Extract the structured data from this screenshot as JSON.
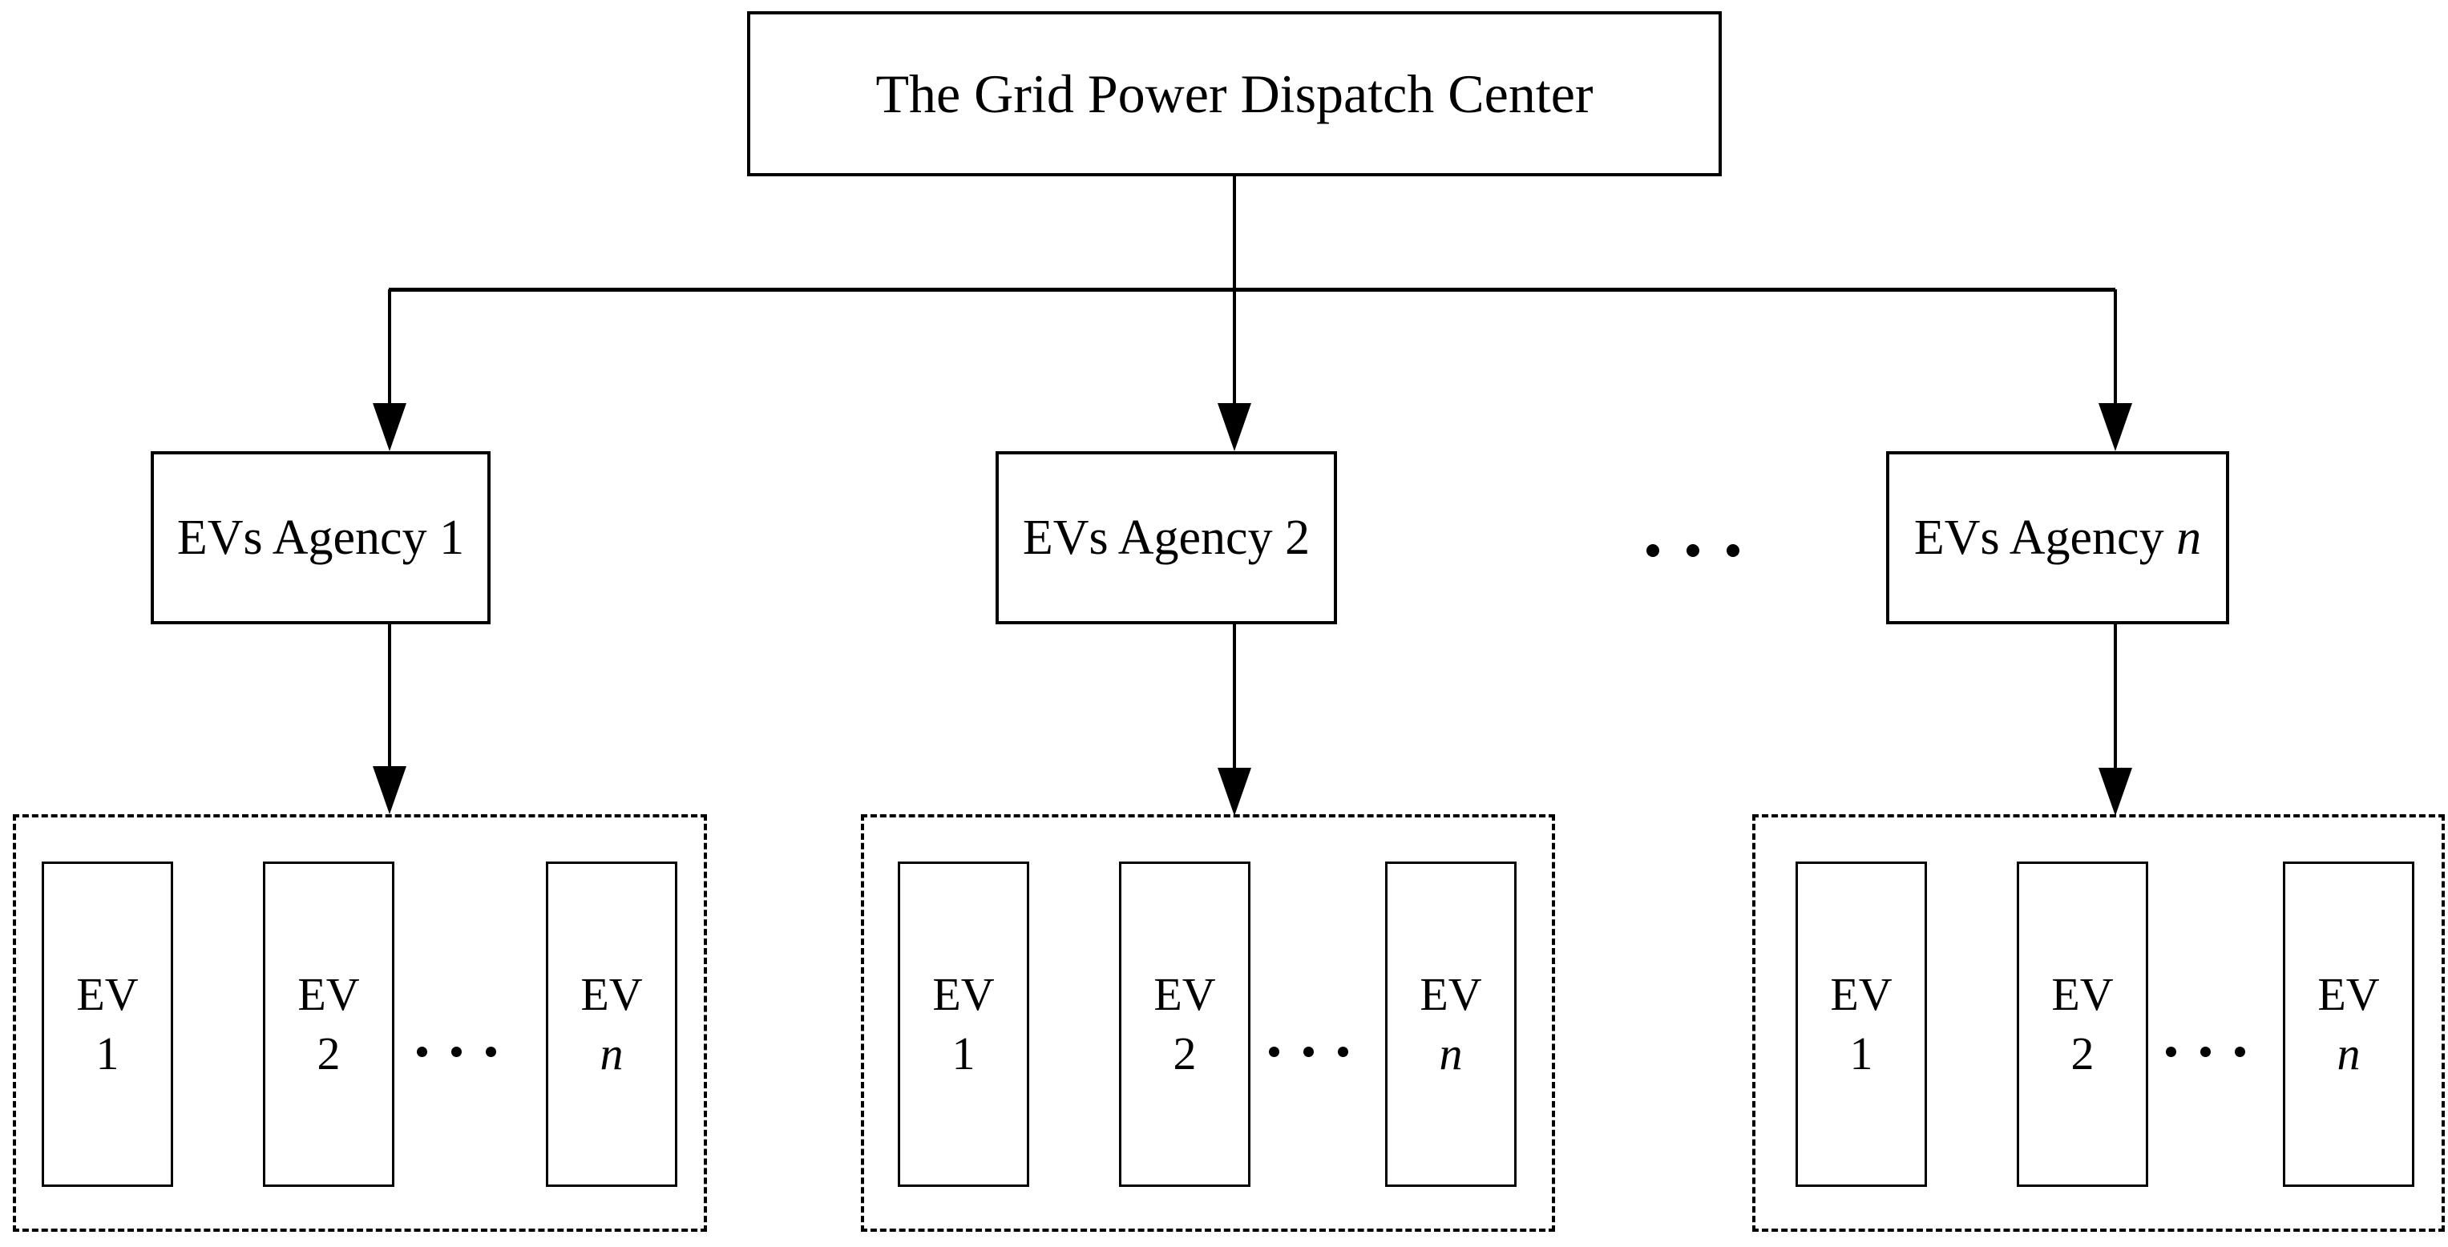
{
  "diagram": {
    "title_node": {
      "label": "The Grid Power Dispatch Center"
    },
    "agency_row": {
      "ellipsis": "· · ·",
      "nodes": [
        {
          "label_prefix": "EVs Agency ",
          "index": "1",
          "index_italic": false
        },
        {
          "label_prefix": "EVs Agency ",
          "index": "2",
          "index_italic": false
        },
        {
          "label_prefix": "EVs Agency ",
          "index": "n",
          "index_italic": true
        }
      ]
    },
    "ev_groups": [
      {
        "evs": [
          {
            "word": "EV",
            "index": "1",
            "index_italic": false
          },
          {
            "word": "EV",
            "index": "2",
            "index_italic": false
          },
          {
            "word": "EV",
            "index": "n",
            "index_italic": true
          }
        ]
      },
      {
        "evs": [
          {
            "word": "EV",
            "index": "1",
            "index_italic": false
          },
          {
            "word": "EV",
            "index": "2",
            "index_italic": false
          },
          {
            "word": "EV",
            "index": "n",
            "index_italic": true
          }
        ]
      },
      {
        "evs": [
          {
            "word": "EV",
            "index": "1",
            "index_italic": false
          },
          {
            "word": "EV",
            "index": "2",
            "index_italic": false
          },
          {
            "word": "EV",
            "index": "n",
            "index_italic": true
          }
        ]
      }
    ],
    "colors": {
      "background": "#ffffff",
      "stroke": "#000000",
      "text": "#000000"
    }
  }
}
